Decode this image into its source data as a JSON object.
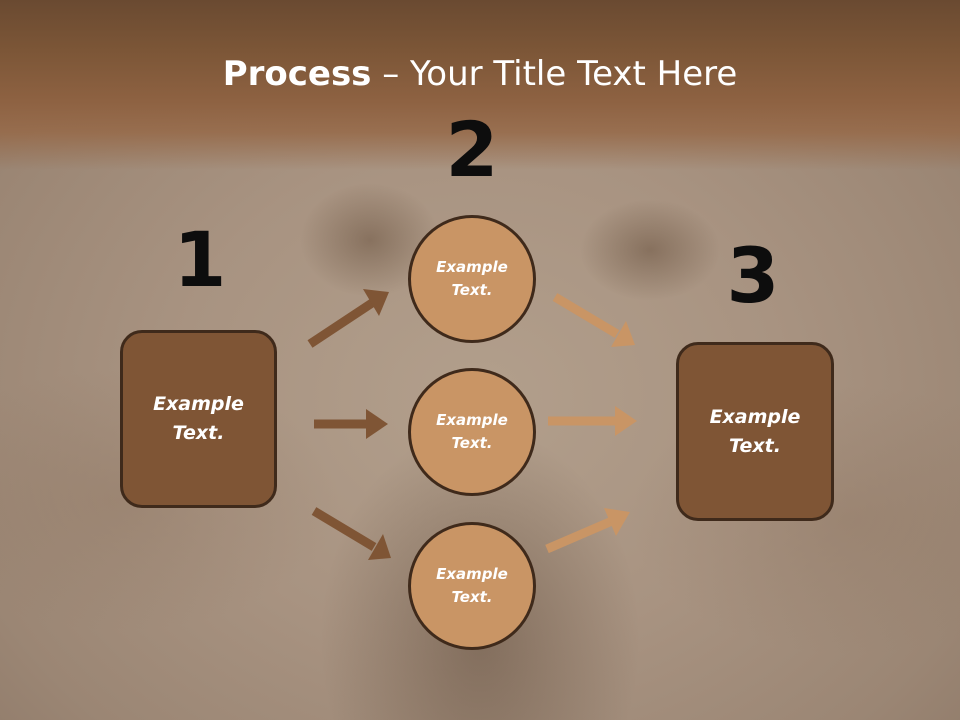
{
  "slide": {
    "title_bold": "Process",
    "title_rest": " – Your Title Text Here"
  },
  "steps": [
    {
      "number": "1"
    },
    {
      "number": "2"
    },
    {
      "number": "3"
    }
  ],
  "left_box": {
    "label": "Example Text."
  },
  "circles": [
    {
      "label": "Example Text."
    },
    {
      "label": "Example Text."
    },
    {
      "label": "Example Text."
    }
  ],
  "right_box": {
    "label": "Example Text."
  },
  "colors": {
    "title_band": "#7c5637",
    "box_fill": "#7f5535",
    "circle_fill": "#c99565",
    "outline": "#3f2a1b",
    "arrow_dark": "#7f5535",
    "arrow_light": "#c99565"
  }
}
